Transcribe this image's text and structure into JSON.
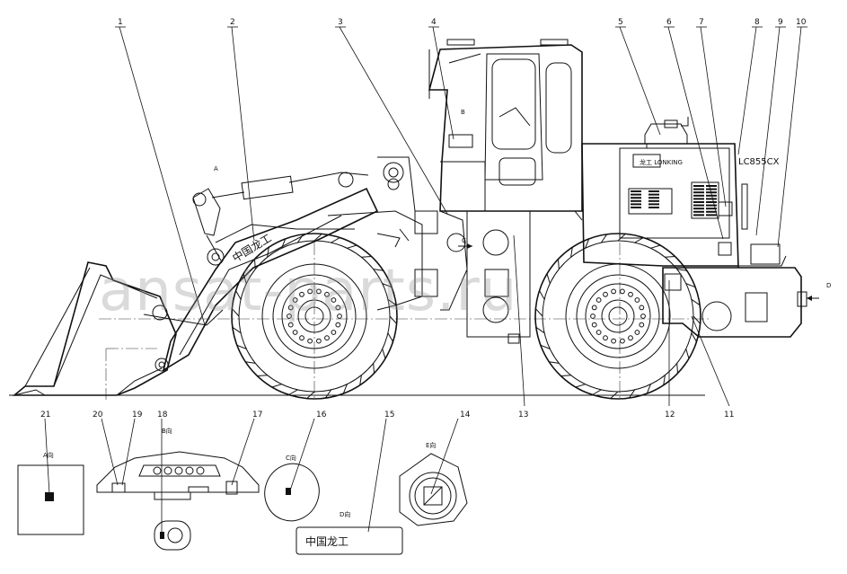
{
  "callouts": [
    "1",
    "2",
    "3",
    "4",
    "5",
    "6",
    "7",
    "8",
    "9",
    "10",
    "11",
    "12",
    "13",
    "14",
    "15",
    "16",
    "17",
    "18",
    "19",
    "20",
    "21"
  ],
  "view_labels": {
    "a": "A",
    "b": "B",
    "c": "C",
    "d": "D",
    "a_view": "A向",
    "b_view": "B向",
    "c_view": "C向",
    "d_view": "D向",
    "e_view": "E向"
  },
  "decal_text": {
    "model": "LC855CX",
    "brand_cn": "中国龙工",
    "brand_small": "龙工 LONKING"
  },
  "watermark": "ansat-parts.ru",
  "colors": {
    "line": "#111111",
    "watermark": "#969696",
    "background": "#ffffff"
  }
}
